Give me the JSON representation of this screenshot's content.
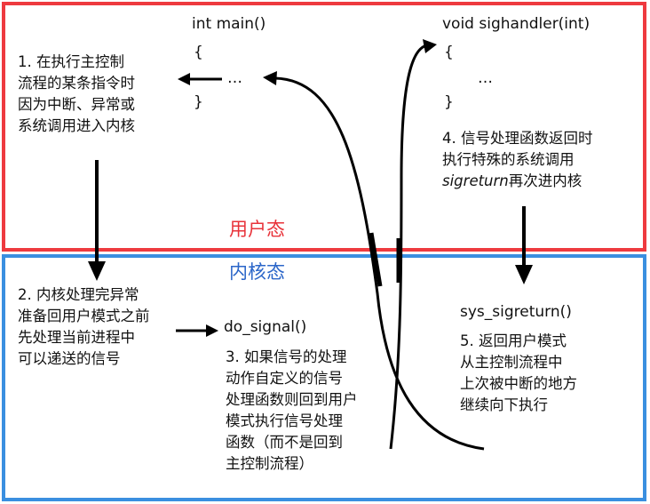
{
  "zones": {
    "user": {
      "label": "用户态",
      "color": "#ee3a3f"
    },
    "kernel": {
      "label": "内核态",
      "color": "#3a8fe0"
    }
  },
  "main_code": {
    "header": "int main()",
    "open_brace": "{",
    "body": "…",
    "close_brace": "}"
  },
  "handler_code": {
    "header": "void sighandler(int)",
    "open_brace": "{",
    "body": "…",
    "close_brace": "}"
  },
  "kernel_functions": {
    "do_signal": "do_signal()",
    "sys_sigreturn": "sys_sigreturn()"
  },
  "steps": {
    "step1": [
      "1. 在执行主控制",
      "流程的某条指令时",
      "因为中断、异常或",
      "系统调用进入内核"
    ],
    "step2": [
      "2. 内核处理完异常",
      "准备回用户模式之前",
      "先处理当前进程中",
      "可以递送的信号"
    ],
    "step3": [
      "3. 如果信号的处理",
      "动作自定义的信号",
      "处理函数则回到用户",
      "模式执行信号处理",
      "函数（而不是回到",
      "主控制流程）"
    ],
    "step4": {
      "line1": "4. 信号处理函数返回时",
      "line2": "执行特殊的系统调用",
      "line3_italic": "sigreturn",
      "line3_rest": "再次进内核"
    },
    "step5": [
      "5. 返回用户模式",
      "从主控制流程中",
      "上次被中断的地方",
      "继续向下执行"
    ]
  }
}
